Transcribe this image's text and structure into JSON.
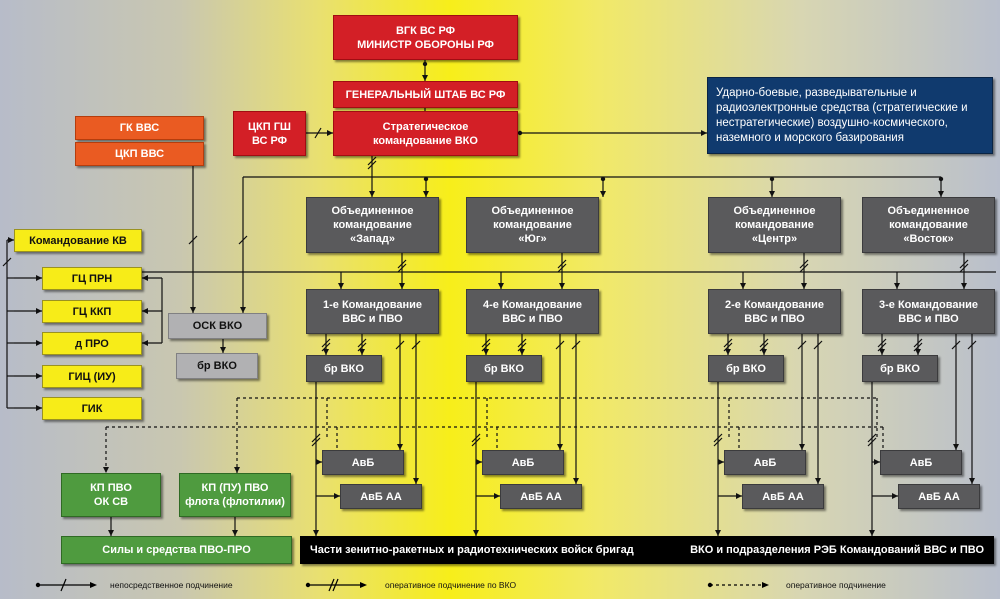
{
  "top": {
    "vgk_line1": "ВГК ВС РФ",
    "vgk_line2": "МИНИСТР ОБОРОНЫ РФ",
    "genstaff": "ГЕНЕРАЛЬНЫЙ ШТАБ ВС РФ",
    "strat_line1": "Стратегическое",
    "strat_line2": "командование ВКО",
    "tskp_gsh_line1": "ЦКП ГШ",
    "tskp_gsh_line2": "ВС РФ"
  },
  "navy_note": "Ударно-боевые, разведывательные и радиоэлектронные средства (стратегические и нестратегические) воздушно-космического, наземного и морского базирования",
  "air_force": {
    "gk": "ГК ВВС",
    "tskp": "ЦКП ВВС"
  },
  "left_units": [
    "Командование КВ",
    "ГЦ ПРН",
    "ГЦ ККП",
    "д ПРО",
    "ГИЦ (ИУ)",
    "ГИК"
  ],
  "osk": {
    "osk": "ОСК ВКО",
    "br": "бр ВКО"
  },
  "joint_commands": [
    {
      "line1": "Объединенное",
      "line2": "командование",
      "line3": "«Запад»"
    },
    {
      "line1": "Объединенное",
      "line2": "командование",
      "line3": "«Юг»"
    },
    {
      "line1": "Объединенное",
      "line2": "командование",
      "line3": "«Центр»"
    },
    {
      "line1": "Объединенное",
      "line2": "командование",
      "line3": "«Восток»"
    }
  ],
  "vvs_commands": [
    {
      "line1": "1-е Командование",
      "line2": "ВВС и ПВО"
    },
    {
      "line1": "4-е Командование",
      "line2": "ВВС и ПВО"
    },
    {
      "line1": "2-е Командование",
      "line2": "ВВС и ПВО"
    },
    {
      "line1": "3-е Командование",
      "line2": "ВВС и ПВО"
    }
  ],
  "brigade_label": "бр ВКО",
  "avb_label": "АвБ",
  "avb_aa_label": "АвБ АА",
  "green": {
    "kp_pvo_line1": "КП ПВО",
    "kp_pvo_line2": "ОК СВ",
    "kp_fleet_line1": "КП (ПУ) ПВО",
    "kp_fleet_line2": "флота (флотилии)",
    "forces": "Силы и средства ПВО-ПРО"
  },
  "bottom_bar": {
    "left": "Части зенитно-ракетных и радиотехнических войск бригад",
    "right": "ВКО и подразделения РЭБ Командований ВВС и ПВО"
  },
  "legend": {
    "direct": "непосредственное подчинение",
    "operational_vko": "оперативное подчинение по ВКО",
    "operational": "оперативное подчинение"
  },
  "colors": {
    "command_red": "#d31f26",
    "airforce_orange": "#ea5b22",
    "joint_grey": "#5a5a5c",
    "space_yellow": "#f7ec18",
    "osk_grey": "#b1b1b3",
    "pvo_green": "#4f9b3f",
    "note_navy": "#103a6e"
  }
}
